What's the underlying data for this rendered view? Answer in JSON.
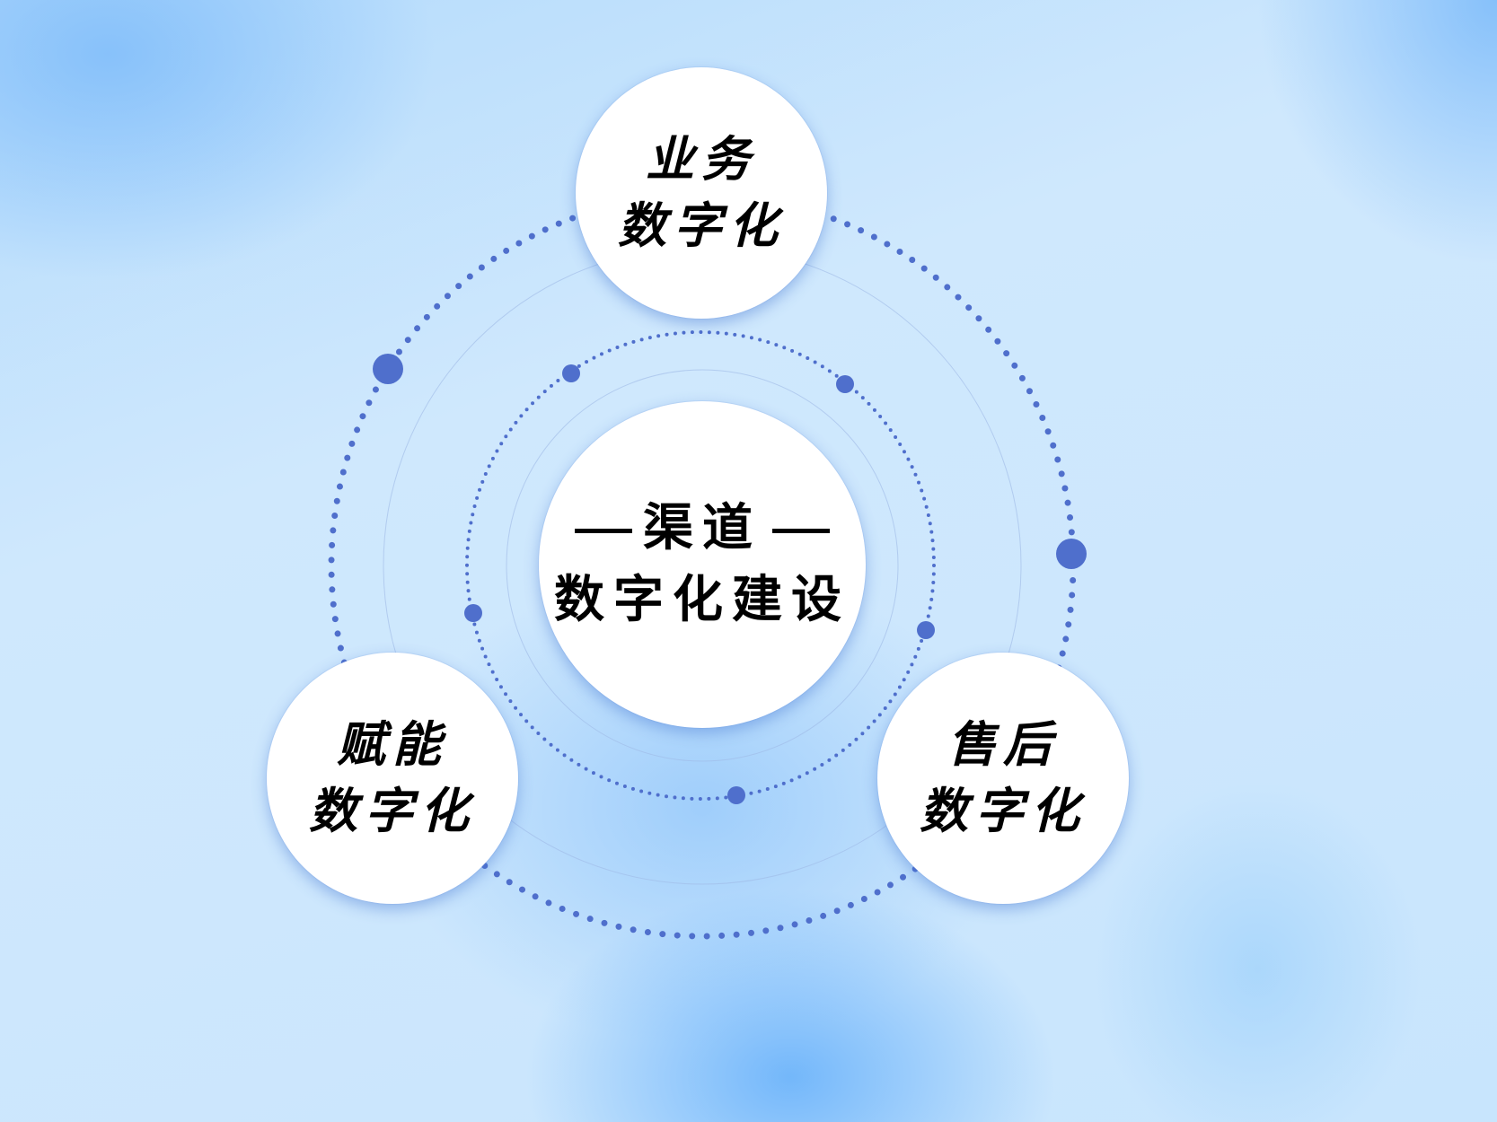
{
  "diagram": {
    "type": "hub-and-spoke",
    "center": {
      "title_line1": "渠道",
      "title_line2": "数字化建设",
      "decoration": "em-dash-flanked"
    },
    "nodes": [
      {
        "id": "top",
        "line1": "业务",
        "line2": "数字化"
      },
      {
        "id": "bottom-left",
        "line1": "赋能",
        "line2": "数字化"
      },
      {
        "id": "bottom-right",
        "line1": "售后",
        "line2": "数字化"
      }
    ]
  },
  "colors": {
    "background_light": "#cfe8fd",
    "background_deep": "#6db3fb",
    "dot_color": "#4f6fcc",
    "circle_fill": "#ffffff",
    "text": "#000000"
  }
}
